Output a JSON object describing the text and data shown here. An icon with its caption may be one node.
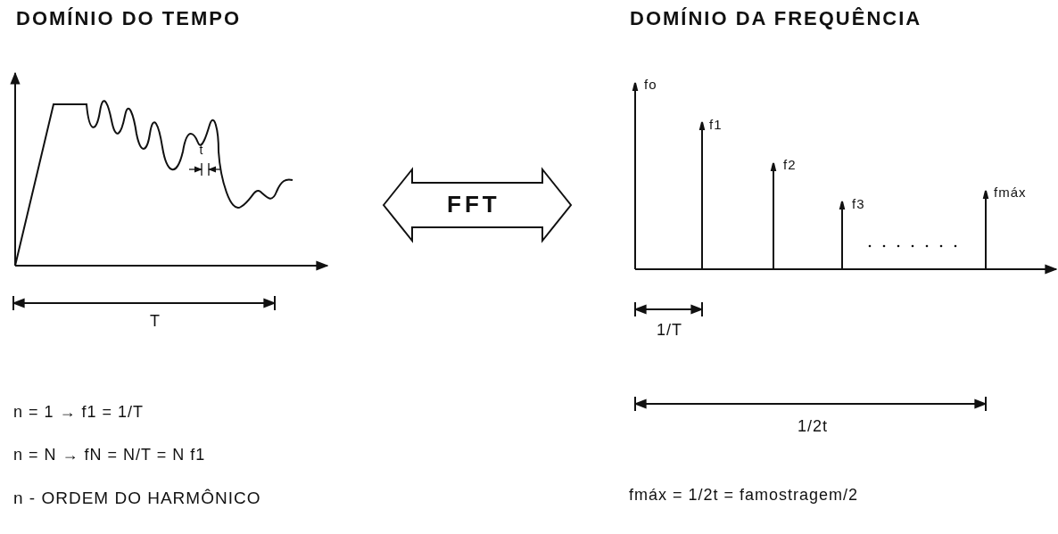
{
  "diagram": {
    "nodes": [
      {
        "text": [
          "DOMÍNIO DO TEMPO"
        ]
      },
      {
        "text": [
          "DOMÍNIO DA FREQUÊNCIA"
        ]
      }
    ],
    "edges": [
      {
        "from": 0,
        "to": 1,
        "arrow": "both",
        "label": "FFT"
      }
    ],
    "labels": [
      "fo",
      "f1",
      "t",
      "f2",
      "f3",
      "fmáx",
      "T",
      "1/T",
      "n = 1 → f1 = 1/T",
      "1/2t",
      "n = N → fN = N/T = N f1",
      "n - ORDEM DO HARMÔNICO",
      "fmáx = 1/2t = famostragem/2"
    ]
  }
}
